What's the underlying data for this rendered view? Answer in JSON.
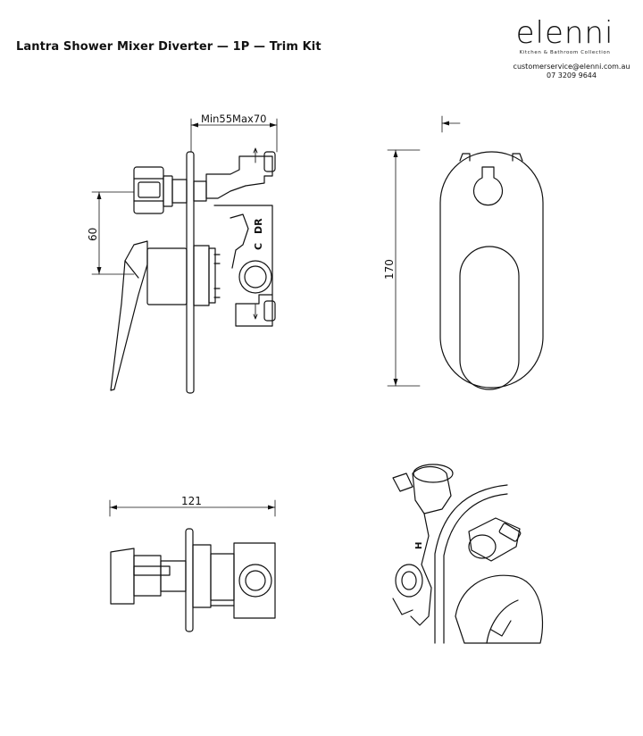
{
  "header": {
    "title": "Lantra Shower Mixer Diverter — 1P — Trim Kit",
    "brand": "elenni",
    "tagline": "Kitchen & Bathroom Collection",
    "email": "customerservice@elenni.com.au",
    "phone": "07 3209 9644"
  },
  "dimensions": {
    "depth_range": "Min55Max70",
    "side_height": "60",
    "plate_height": "170",
    "top_length": "121"
  },
  "body_labels": {
    "hot_side": "C",
    "diverter": "DR",
    "top_marker": "H"
  }
}
